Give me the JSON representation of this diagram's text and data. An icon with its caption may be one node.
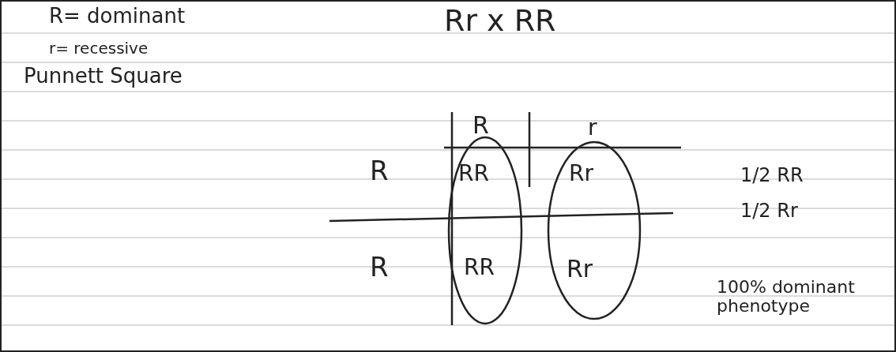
{
  "diagram": {
    "labels": [
      "R= dominant",
      "Rr x RR",
      "r= recessive",
      "Punnett Square",
      "R",
      "r",
      "R",
      "RR",
      "Rr",
      "1/2 RR",
      "1/2 Rr",
      "R",
      "RR",
      "Rr",
      "100% dominant phenotype"
    ]
  }
}
